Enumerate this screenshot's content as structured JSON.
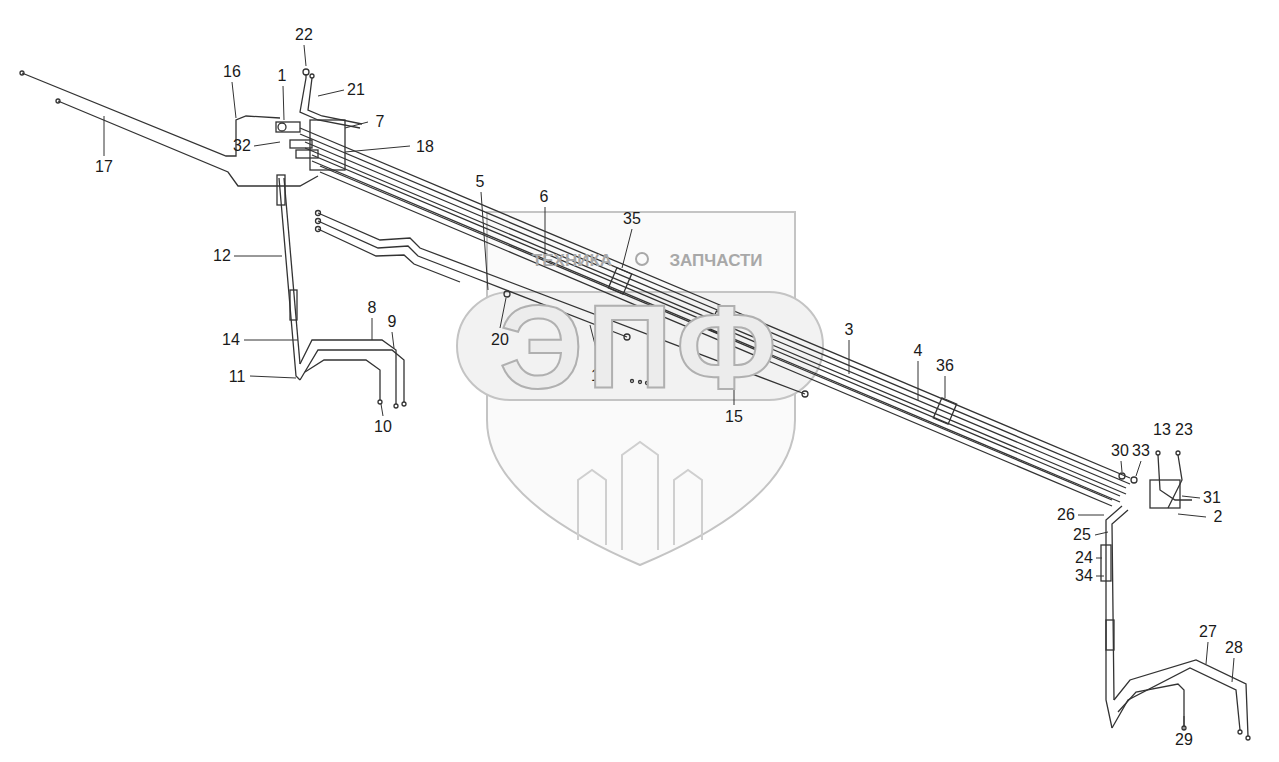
{
  "diagram": {
    "labels": [
      "22",
      "1",
      "21",
      "16",
      "7",
      "32",
      "18",
      "17",
      "5",
      "6",
      "35",
      "12",
      "20",
      "19",
      "8",
      "9",
      "14",
      "11",
      "10",
      "15",
      "3",
      "4",
      "36",
      "30",
      "33",
      "13",
      "23",
      "31",
      "26",
      "2",
      "25",
      "24",
      "34",
      "27",
      "28",
      "29",
      "ТЕХНИКА",
      "ЗАПЧАСТИ",
      "ЭПФ"
    ]
  }
}
